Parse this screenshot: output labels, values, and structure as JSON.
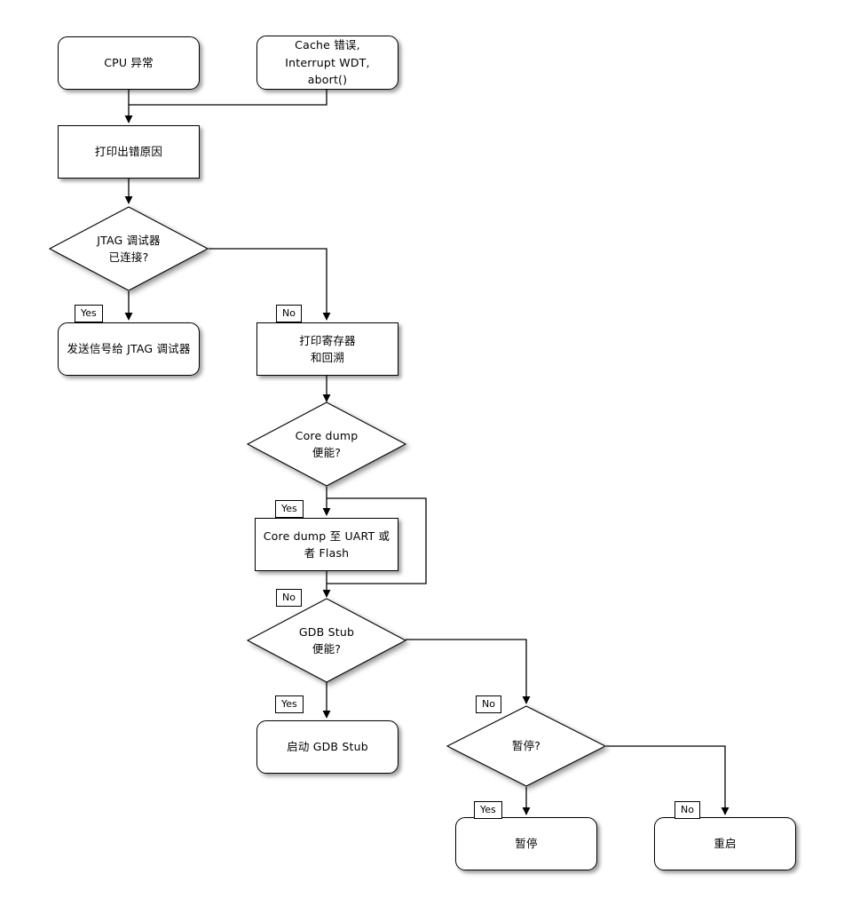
{
  "diagram": {
    "title": "ESP32 panic handler flowchart",
    "stroke_color": "#000000",
    "fill_color": "#ffffff",
    "nodes": {
      "cpu_exception": {
        "label": "CPU 异常",
        "shape": "rounded-rect"
      },
      "cache_error": {
        "label": "Cache 错误,\nInterrupt WDT,\nabort()",
        "shape": "rounded-rect"
      },
      "print_reason": {
        "label": "打印出错原因",
        "shape": "rect"
      },
      "jtag_connected": {
        "label": "JTAG 调试器\n已连接?",
        "shape": "diamond"
      },
      "signal_jtag": {
        "label": "发送信号给 JTAG 调试器",
        "shape": "rounded-rect"
      },
      "print_registers": {
        "label": "打印寄存器\n和回溯",
        "shape": "rect"
      },
      "coredump_enabled": {
        "label": "Core dump\n便能?",
        "shape": "diamond"
      },
      "coredump_write": {
        "label": "Core dump 至 UART 或者 Flash",
        "shape": "rect"
      },
      "gdbstub_enabled": {
        "label": "GDB Stub\n便能?",
        "shape": "diamond"
      },
      "start_gdbstub": {
        "label": "启动 GDB Stub",
        "shape": "rounded-rect"
      },
      "halt_question": {
        "label": "暂停?",
        "shape": "diamond"
      },
      "halt": {
        "label": "暂停",
        "shape": "rounded-rect"
      },
      "reboot": {
        "label": "重启",
        "shape": "rounded-rect"
      }
    },
    "edge_labels": {
      "jtag_yes": "Yes",
      "jtag_no": "No",
      "coredump_yes": "Yes",
      "coredump_no": "No",
      "gdbstub_yes": "Yes",
      "gdbstub_no": "No",
      "halt_yes": "Yes",
      "halt_no": "No"
    }
  }
}
